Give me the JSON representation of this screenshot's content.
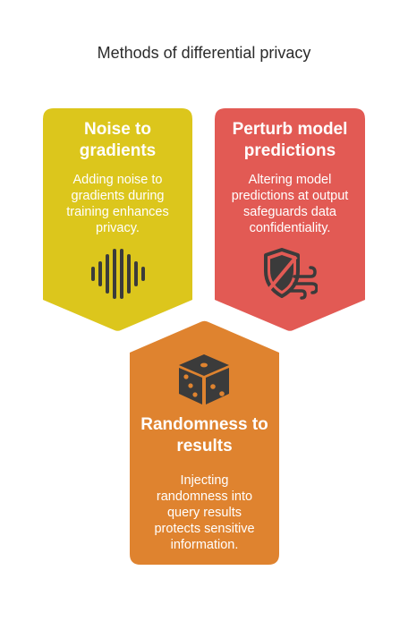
{
  "title": "Methods of differential privacy",
  "colors": {
    "yellow": "#dcc61c",
    "red": "#e25a54",
    "orange": "#df832f",
    "icon_dark": "#3b3b3b"
  },
  "cards": [
    {
      "heading": "Noise to\ngradients",
      "text": "Adding noise to\ngradients during\ntraining enhances\nprivacy.",
      "icon": "sound-wave-icon"
    },
    {
      "heading": "Perturb model\npredictions",
      "text": "Altering model\npredictions at output\nsafeguards data\nconfidentiality.",
      "icon": "shield-wind-icon"
    },
    {
      "heading": "Randomness to\nresults",
      "text": "Injecting\nrandomness into\nquery results\nprotects sensitive\ninformation.",
      "icon": "dice-icon"
    }
  ]
}
